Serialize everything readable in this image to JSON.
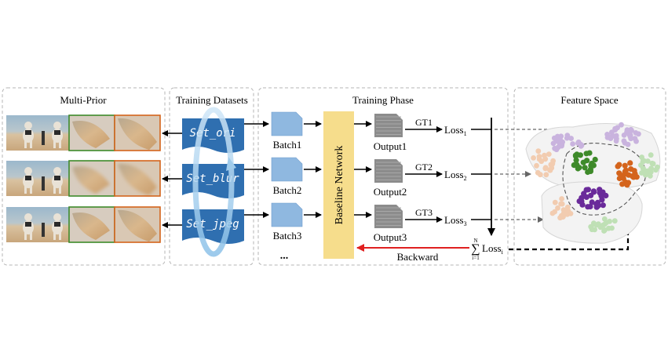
{
  "panels": {
    "multi_prior": "Multi-Prior",
    "training_datasets": "Training Datasets",
    "training_phase": "Training Phase",
    "feature_space": "Feature Space"
  },
  "datasets": [
    "Set_ori",
    "Set_blur",
    "Set_jpeg"
  ],
  "batches": [
    "Batch1",
    "Batch2",
    "Batch3"
  ],
  "batch_ellipsis": "...",
  "network": "Baseline Network",
  "outputs": [
    "Output1",
    "Output2",
    "Output3"
  ],
  "gts": [
    "GT1",
    "GT2",
    "GT3"
  ],
  "losses": [
    {
      "base": "Loss",
      "sub": "1"
    },
    {
      "base": "Loss",
      "sub": "2"
    },
    {
      "base": "Loss",
      "sub": "3"
    }
  ],
  "sum_loss": {
    "sup": "N",
    "sub": "i=1",
    "base": "Loss",
    "base_sub": "i"
  },
  "backward": "Backward",
  "colors": {
    "dataset_blue": "#2f6fb0",
    "batch_blue": "#8fb8e0",
    "network_yellow": "#f6dd8c",
    "backward_red": "#e02020",
    "cluster_green": "#3e8a2a",
    "cluster_orange": "#d4641c",
    "cluster_purple": "#6a2a9a",
    "faded_purple": "#c9b3de",
    "faded_green": "#bfe0b5",
    "faded_orange": "#f2ccb0"
  }
}
